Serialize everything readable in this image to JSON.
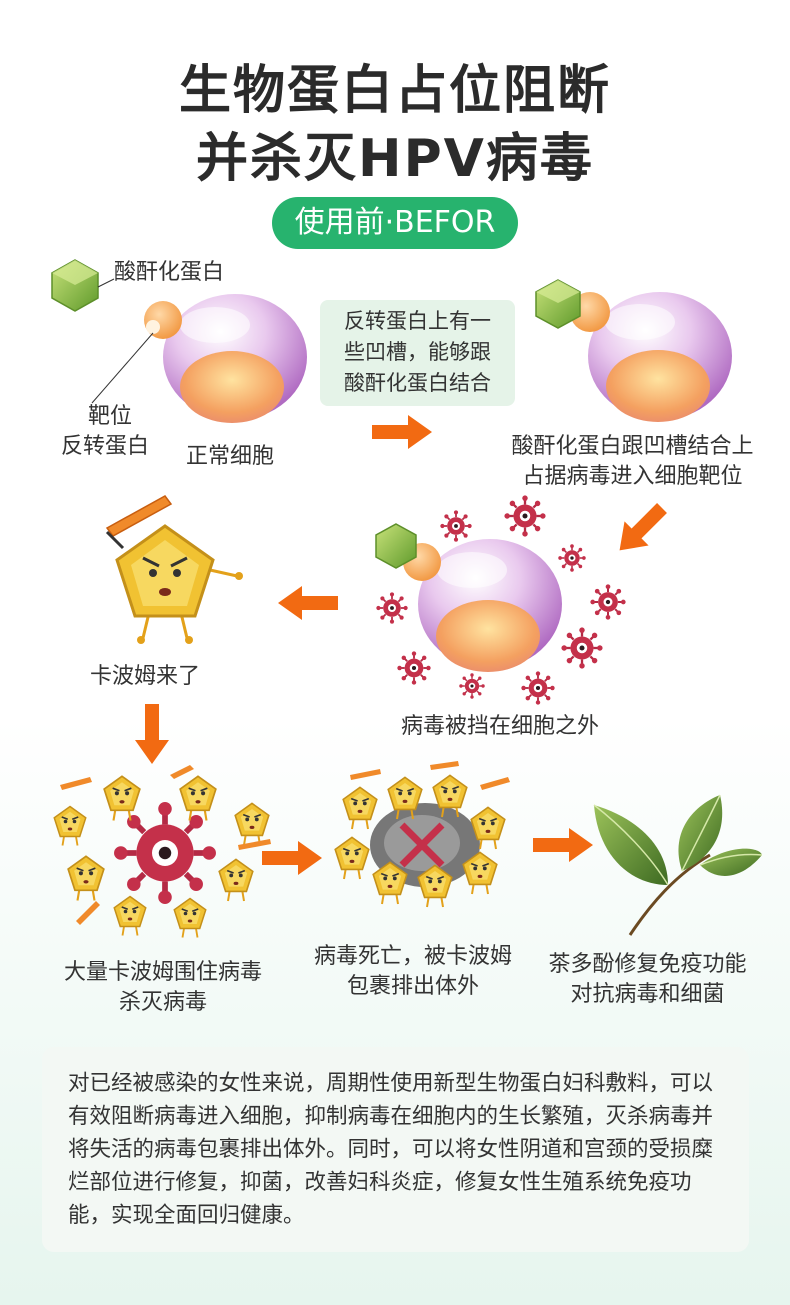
{
  "title": {
    "line1": "生物蛋白占位阻断",
    "line2": "并杀灭HPV病毒"
  },
  "badge": "使用前·BEFOR",
  "labels": {
    "anhydride_protein": "酸酐化蛋白",
    "target": "靶位",
    "reverse_protein": "反转蛋白",
    "normal_cell": "正常细胞",
    "note_line1": "反转蛋白上有一",
    "note_line2": "些凹槽，能够跟",
    "note_line3": "酸酐化蛋白结合",
    "occupy_line1": "酸酐化蛋白跟凹槽结合上",
    "occupy_line2": "占据病毒进入细胞靶位",
    "kabomu_come": "卡波姆来了",
    "blocked": "病毒被挡在细胞之外",
    "surround_line1": "大量卡波姆围住病毒",
    "surround_line2": "杀灭病毒",
    "dead_line1": "病毒死亡，被卡波姆",
    "dead_line2": "包裹排出体外",
    "tea_line1": "茶多酚修复免疫功能",
    "tea_line2": "对抗病毒和细菌"
  },
  "paragraph": "对已经被感染的女性来说，周期性使用新型生物蛋白妇科敷料，可以有效阻断病毒进入细胞，抑制病毒在细胞内的生长繁殖，灭杀病毒并将失活的病毒包裹排出体外。同时，可以将女性阴道和宫颈的受损糜烂部位进行修复，抑菌，改善妇科炎症，修复女性生殖系统免疫功能，实现全面回归健康。",
  "colors": {
    "accent_green": "#27b36e",
    "arrow_orange": "#f26a12",
    "virus_red": "#c4304a",
    "kabomu_yellow": "#f1c232"
  },
  "icons": [
    "anhydride-protein-icon",
    "cell-icon",
    "virus-icon",
    "kabomu-icon",
    "tea-leaf-icon",
    "arrow-icon"
  ]
}
